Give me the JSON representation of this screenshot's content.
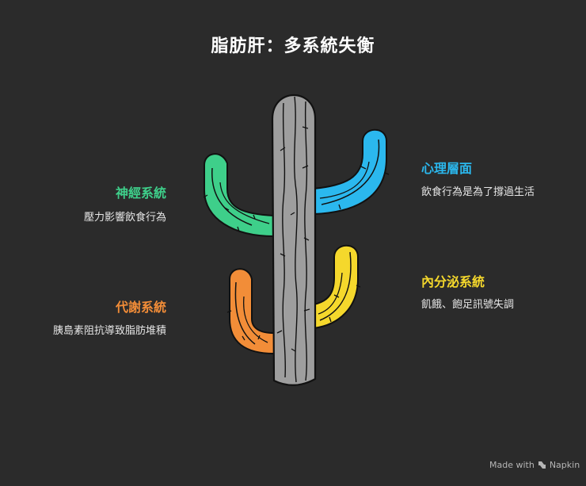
{
  "title": "脂肪肝：多系統失衡",
  "sections": {
    "nervous": {
      "label": "神經系統",
      "desc": "壓力影響飲食行為",
      "color": "#3ecf8a"
    },
    "metabolic": {
      "label": "代謝系統",
      "desc": "胰島素阻抗導致脂肪堆積",
      "color": "#f28d38"
    },
    "psychological": {
      "label": "心理層面",
      "desc": "飲食行為是為了撐過生活",
      "color": "#2bb8ee"
    },
    "endocrine": {
      "label": "內分泌系統",
      "desc": "飢餓、飽足訊號失調",
      "color": "#f5d82c"
    }
  },
  "trunk_color": "#9e9e9e",
  "footer": {
    "made_with": "Made with",
    "brand": "Napkin"
  }
}
